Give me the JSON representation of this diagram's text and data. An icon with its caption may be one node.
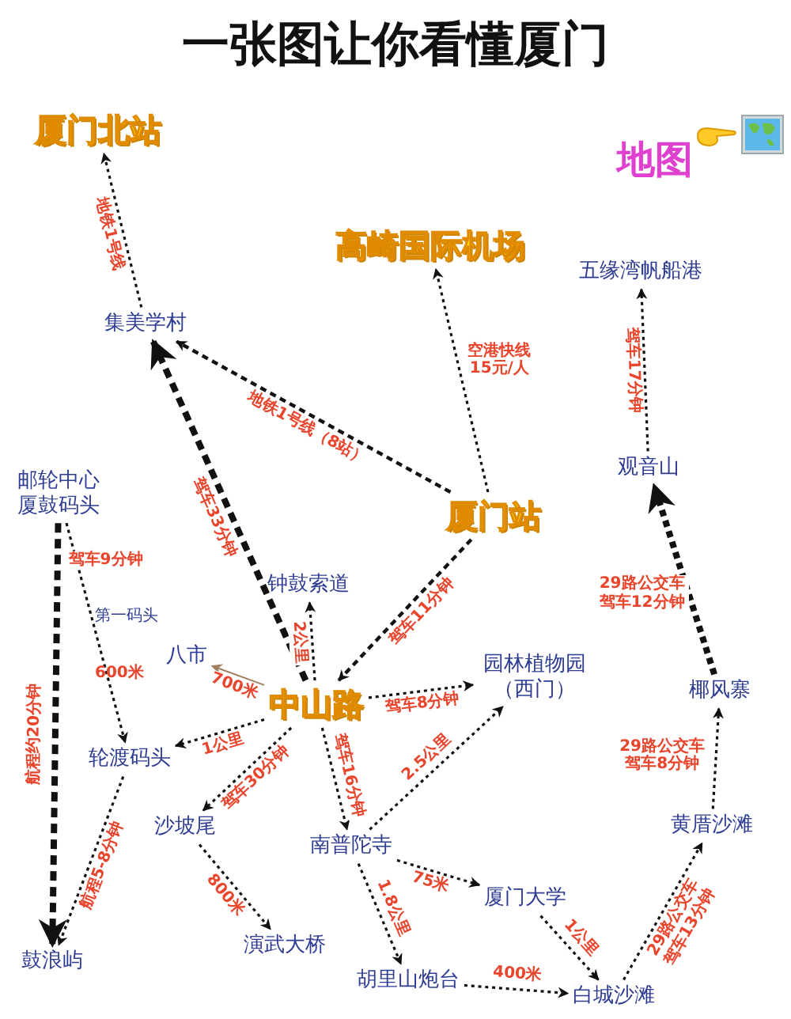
{
  "diagram": {
    "title": "一张图让你看懂厦门",
    "nodes": [
      {
        "text": [
          "厦门北站"
        ]
      },
      {
        "text": [
          "高崎国际机场"
        ]
      },
      {
        "text": [
          "集美学村"
        ]
      },
      {
        "text": [
          "五缘湾帆船港"
        ]
      },
      {
        "text": [
          "厦门站"
        ]
      },
      {
        "text": [
          "邮轮中心厦鼓码头"
        ]
      },
      {
        "text": [
          "观音山"
        ]
      },
      {
        "text": [
          "钟鼓索道"
        ]
      },
      {
        "text": [
          "八市"
        ]
      },
      {
        "text": [
          "中山路"
        ]
      },
      {
        "text": [
          "园林植物园（西门）"
        ]
      },
      {
        "text": [
          "椰风寨"
        ]
      },
      {
        "text": [
          "轮渡码头"
        ]
      },
      {
        "text": [
          "沙坡尾"
        ]
      },
      {
        "text": [
          "南普陀寺"
        ]
      },
      {
        "text": [
          "黄厝沙滩"
        ]
      },
      {
        "text": [
          "厦门大学"
        ]
      },
      {
        "text": [
          "鼓浪屿"
        ]
      },
      {
        "text": [
          "演武大桥"
        ]
      },
      {
        "text": [
          "胡里山炮台"
        ]
      },
      {
        "text": [
          "白城沙滩"
        ]
      }
    ],
    "edges": [
      {
        "from": 2,
        "to": 0,
        "arrow": "to",
        "label": "地铁1号线",
        "style": "dashed"
      },
      {
        "from": 4,
        "to": 2,
        "arrow": "to",
        "label": "地铁1号线（8站）",
        "style": "dashed"
      },
      {
        "from": 4,
        "to": 1,
        "arrow": "to",
        "label": "空港快线15元/人",
        "style": "dashed"
      },
      {
        "from": 6,
        "to": 3,
        "arrow": "to",
        "label": "驾车17分钟",
        "style": "dashed"
      },
      {
        "from": 9,
        "to": 2,
        "arrow": "to",
        "label": "驾车33分钟",
        "style": "dashed"
      },
      {
        "from": 4,
        "to": 9,
        "arrow": "to",
        "label": "驾车11分钟",
        "style": "dashed"
      },
      {
        "from": 9,
        "to": 7,
        "arrow": "to",
        "label": "2公里",
        "style": "dashed"
      },
      {
        "from": 9,
        "to": 8,
        "arrow": "to",
        "label": "700米",
        "color": "#a08060"
      },
      {
        "from": 9,
        "to": 10,
        "arrow": "to",
        "label": "驾车8分钟",
        "style": "dashed"
      },
      {
        "from": 11,
        "to": 6,
        "arrow": "to",
        "label": "29路公交车驾车12分钟",
        "style": "dashed"
      },
      {
        "from": 5,
        "to": 12,
        "arrow": "to",
        "label": "驾车9分钟",
        "style": "dashed"
      },
      {
        "from": 5,
        "to": 17,
        "arrow": "to",
        "label": "航程约20分钟",
        "style": "dashed"
      },
      {
        "from": 9,
        "to": 12,
        "arrow": "to",
        "label": "1公里",
        "style": "dashed"
      },
      {
        "from": 12,
        "to": 17,
        "arrow": "to",
        "label": "航程5-8分钟",
        "style": "dashed"
      },
      {
        "from": 9,
        "to": 13,
        "arrow": "to",
        "label": "驾车30分钟",
        "style": "dashed"
      },
      {
        "from": 9,
        "to": 14,
        "arrow": "to",
        "label": "驾车16分钟",
        "style": "dashed"
      },
      {
        "from": 14,
        "to": 10,
        "arrow": "to",
        "label": "2.5公里",
        "style": "dashed"
      },
      {
        "from": 15,
        "to": 11,
        "arrow": "to",
        "label": "29路公交车驾车8分钟",
        "style": "dashed"
      },
      {
        "from": 13,
        "to": 18,
        "arrow": "to",
        "label": "800米",
        "style": "dashed"
      },
      {
        "from": 14,
        "to": 16,
        "arrow": "to",
        "label": "75米",
        "style": "dashed"
      },
      {
        "from": 14,
        "to": 19,
        "arrow": "to",
        "label": "1.8公里",
        "style": "dashed"
      },
      {
        "from": 16,
        "to": 20,
        "arrow": "to",
        "label": "1公里",
        "style": "dashed"
      },
      {
        "from": 19,
        "to": 20,
        "arrow": "to",
        "label": "400米",
        "style": "dashed"
      },
      {
        "from": 20,
        "to": 15,
        "arrow": "to",
        "label": "29路公交车驾车13分钟",
        "style": "dashed"
      }
    ],
    "labels": [
      "地图",
      "第一码头",
      "600米"
    ]
  }
}
